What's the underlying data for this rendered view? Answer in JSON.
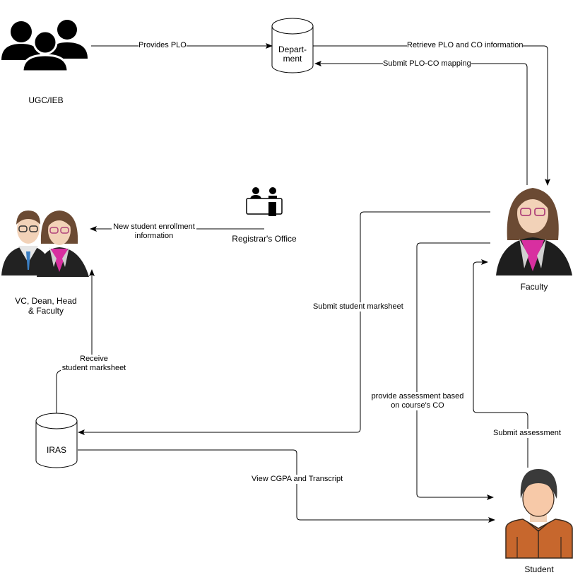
{
  "diagram": {
    "nodes": {
      "ugc": "UGC/IEB",
      "department": "Depart-\nment",
      "registrar": "Registrar's Office",
      "vc": "VC, Dean, Head\n& Faculty",
      "faculty": "Faculty",
      "iras": "IRAS",
      "student": "Student"
    },
    "edges": {
      "provides_plo": "Provides PLO",
      "retrieve_plo": "Retrieve PLO and  CO information",
      "submit_mapping": "Submit PLO-CO mapping",
      "enrollment": "New student enrollment\ninformation",
      "submit_marksheet": "Submit student marksheet",
      "receive_marksheet": "Receive\nstudent marksheet",
      "provide_assessment": "provide assessment based\non course's CO",
      "submit_assessment": "Submit assessment",
      "view_cgpa": "View CGPA and Transcript"
    },
    "colors": {
      "line": "#000000",
      "skin": "#f2d2b8",
      "hair": "#6b4a33",
      "suit": "#333333",
      "magenta": "#d82fa0",
      "student_shirt": "#c7672d",
      "student_hair": "#3a3a3a"
    }
  }
}
